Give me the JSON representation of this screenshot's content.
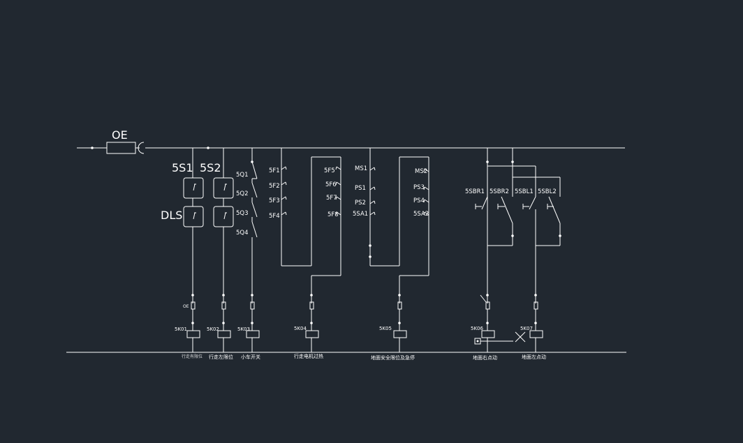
{
  "diagram": {
    "power": {
      "fuse_label": "OE"
    },
    "labels": {
      "s1": "5S1",
      "s2": "5S2",
      "dls": "DLS",
      "q1": "5Q1",
      "q2": "5Q2",
      "q3": "5Q3",
      "q4": "5Q4",
      "f1": "5F1",
      "f2": "5F2",
      "f3": "5F3",
      "f4": "5F4",
      "f5": "5F5",
      "f6": "5F6",
      "f7": "5F7",
      "f8": "5F8",
      "ms1": "MS1",
      "ps1": "PS1",
      "ps2": "PS2",
      "sa1": "5SA1",
      "ms2": "MS2",
      "ps3": "PS3",
      "ps4": "PS4",
      "sa2": "5SA2",
      "sbr1": "5SBR1",
      "sbr2": "5SBR2",
      "sbl1": "5SBL1",
      "sbl2": "5SBL2",
      "oe_small": "OE"
    },
    "coils": {
      "k01": "5K01",
      "k02": "5K02",
      "k03": "5K03",
      "k04": "5K04",
      "k05": "5K05",
      "k06": "5K06",
      "k07": "5K07"
    },
    "captions": {
      "c1": "行走有限位",
      "c2": "行走左限位",
      "c3": "小车开关",
      "c4": "行走电机过热",
      "c5": "地面安全限位及急停",
      "c6": "地面右点动",
      "c7": "地面左点动"
    }
  }
}
